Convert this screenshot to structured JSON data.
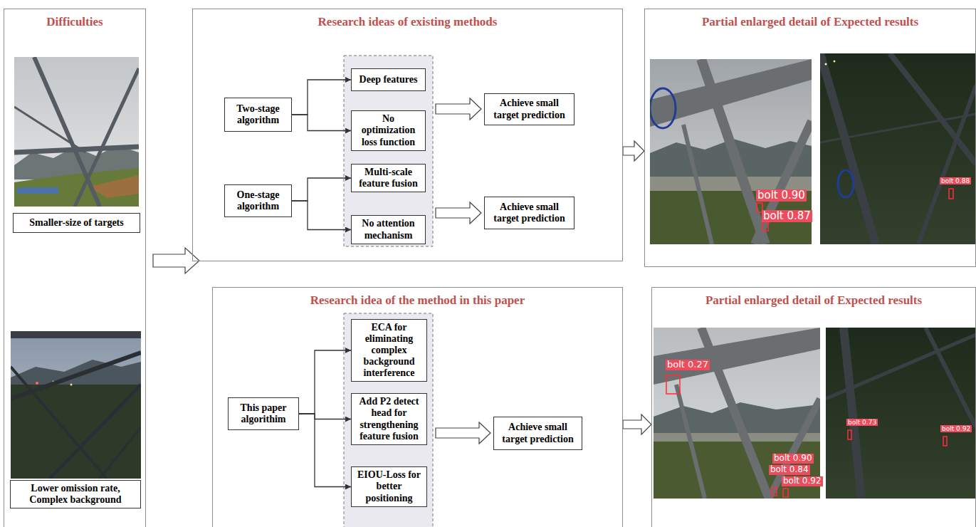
{
  "diagram": {
    "nodes": [
      {
        "text": [
          "Difficulties"
        ]
      },
      {
        "text": [
          "Smaller-size of targets"
        ],
        "in": 0
      },
      {
        "text": [
          "Lower omission rate, Complex background"
        ],
        "in": 0
      },
      {
        "text": [
          "Research ideas of existing methods"
        ]
      },
      {
        "text": [
          "Two-stage algorithm"
        ],
        "in": 3
      },
      {
        "text": [
          "Deep features"
        ],
        "in": 3
      },
      {
        "text": [
          "No optimization loss function"
        ],
        "in": 3
      },
      {
        "text": [
          "Achieve small target prediction"
        ],
        "in": 3
      },
      {
        "text": [
          "One-stage algorithm"
        ],
        "in": 3
      },
      {
        "text": [
          "Multi-scale feature fusion"
        ],
        "in": 3
      },
      {
        "text": [
          "No attention mechanism"
        ],
        "in": 3
      },
      {
        "text": [
          "Achieve small target prediction"
        ],
        "in": 3
      },
      {
        "text": [
          "Partial enlarged detail of Expected results"
        ]
      },
      {
        "text": [
          "Research idea of the method in this paper"
        ]
      },
      {
        "text": [
          "This paper algorithim"
        ],
        "in": 13
      },
      {
        "text": [
          "ECA for eliminating complex background interference"
        ],
        "in": 13
      },
      {
        "text": [
          "Add P2 detect head for strengthening feature fusion"
        ],
        "in": 13
      },
      {
        "text": [
          "EIOU-Loss for better positioning"
        ],
        "in": 13
      },
      {
        "text": [
          "Achieve small target prediction"
        ],
        "in": 13
      },
      {
        "text": [
          "Partial enlarged detail of Expected results"
        ]
      }
    ],
    "edges": [
      {
        "from": 4,
        "to": 5,
        "arrow": "to"
      },
      {
        "from": 4,
        "to": 6,
        "arrow": "to"
      },
      {
        "from": 8,
        "to": 9,
        "arrow": "to"
      },
      {
        "from": 8,
        "to": 10,
        "arrow": "to"
      },
      {
        "from": 14,
        "to": 15,
        "arrow": "to"
      },
      {
        "from": 14,
        "to": 16,
        "arrow": "to"
      },
      {
        "from": 14,
        "to": 17,
        "arrow": "to"
      },
      {
        "from": 3,
        "to": 12,
        "arrow": "to"
      },
      {
        "from": 13,
        "to": 19,
        "arrow": "to"
      }
    ],
    "labels": [
      "bolt 0.90",
      "bolt 0.87",
      "bolt 0.88",
      "bolt 0.27",
      "bolt 0.90",
      "bolt 0.84",
      "bolt 0.92",
      "bolt 0.73",
      "bolt 0.92"
    ]
  }
}
